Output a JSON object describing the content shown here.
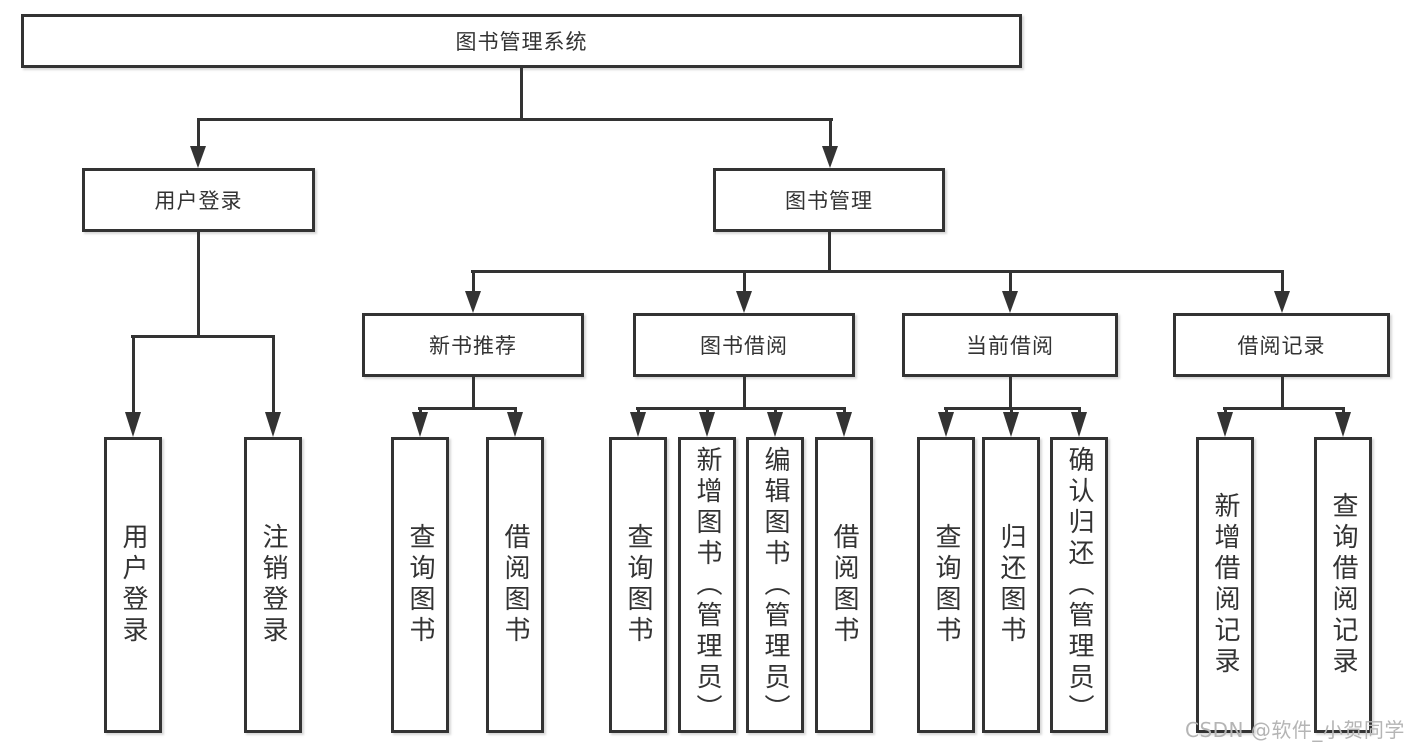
{
  "tree": {
    "root": "图书管理系统",
    "login": {
      "label": "用户登录",
      "children": [
        "用户登录",
        "注销登录"
      ]
    },
    "management": {
      "label": "图书管理",
      "sections": [
        {
          "label": "新书推荐",
          "children": [
            "查询图书",
            "借阅图书"
          ]
        },
        {
          "label": "图书借阅",
          "children": [
            "查询图书",
            "新增图书（管理员）",
            "编辑图书（管理员）",
            "借阅图书"
          ]
        },
        {
          "label": "当前借阅",
          "children": [
            "查询图书",
            "归还图书",
            "确认归还（管理员）"
          ]
        },
        {
          "label": "借阅记录",
          "children": [
            "新增借阅记录",
            "查询借阅记录"
          ]
        }
      ]
    }
  },
  "watermark": {
    "text": "CSDN @软件_小贺同学"
  },
  "colors": {
    "line": "#333333",
    "text": "#333333",
    "box_background": "#ffffff",
    "watermark": "#b5b5b5",
    "background": "#ffffff"
  }
}
